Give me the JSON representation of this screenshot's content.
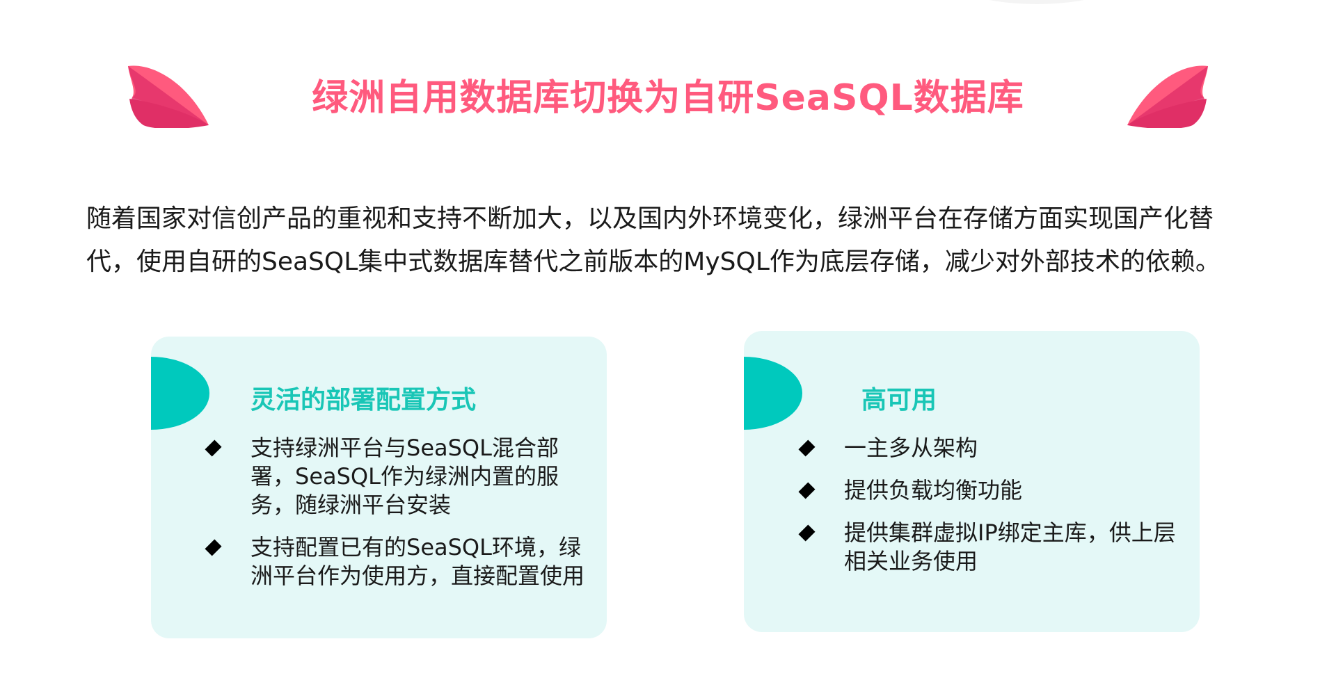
{
  "title": "绿洲自用数据库切换为自研SeaSQL数据库",
  "intro": "随着国家对信创产品的重视和支持不断加大，以及国内外环境变化，绿洲平台在存储方面实现国产化替代，使用自研的SeaSQL集中式数据库替代之前版本的MySQL作为底层存储，减少对外部技术的依赖。",
  "cards": [
    {
      "title": "灵活的部署配置方式",
      "items": [
        "支持绿洲平台与SeaSQL混合部署，SeaSQL作为绿洲内置的服务，随绿洲平台安装",
        "支持配置已有的SeaSQL环境，绿洲平台作为使用方，直接配置使用"
      ]
    },
    {
      "title": "高可用",
      "items": [
        "一主多从架构",
        "提供负载均衡功能",
        "提供集群虚拟IP绑定主库，供上层相关业务使用"
      ]
    }
  ],
  "colors": {
    "title": "#ff5a7e",
    "accent": "#00c9bd",
    "card_bg": "#e4f8f7"
  },
  "icons": {
    "decoration": "leaf-icon",
    "bullet": "diamond-icon"
  }
}
